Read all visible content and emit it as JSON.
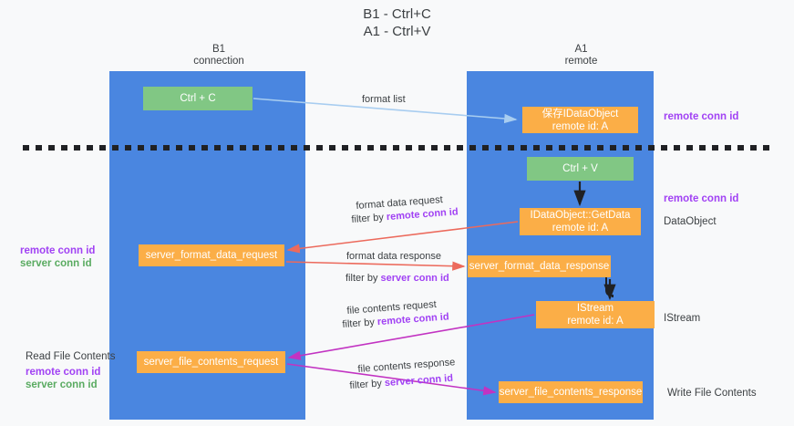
{
  "title": {
    "line1": "B1 - Ctrl+C",
    "line2": "A1 - Ctrl+V"
  },
  "columns": [
    {
      "name": "B1",
      "sub": "connection"
    },
    {
      "name": "A1",
      "sub": "remote"
    }
  ],
  "nodes": {
    "ctrl_c": "Ctrl + C",
    "save_idataobject_l1": "保存IDataObject",
    "save_idataobject_l2": "remote id: A",
    "ctrl_v": "Ctrl + V",
    "getdata_l1": "IDataObject::GetData",
    "getdata_l2": "remote id: A",
    "server_format_data_request": "server_format_data_request",
    "server_format_data_response": "server_format_data_response",
    "istream_l1": "IStream",
    "istream_l2": "remote id: A",
    "server_file_contents_request": "server_file_contents_request",
    "server_file_contents_response": "server_file_contents_response"
  },
  "edge_labels": {
    "format_list": "format list",
    "format_data_request": "format data request",
    "filter_by": "filter by",
    "remote_conn_id": "remote conn id",
    "server_conn_id": "server conn id",
    "format_data_response": "format data response",
    "file_contents_request": "file contents request",
    "file_contents_response": "file contents response"
  },
  "side_labels": {
    "remote_conn_id": "remote conn id",
    "server_conn_id": "server conn id",
    "dataobject": "DataObject",
    "istream": "IStream",
    "read_file_contents": "Read File Contents",
    "write_file_contents": "Write File Contents"
  },
  "colors": {
    "lane": "#4a86e0",
    "green_node": "#81c784",
    "orange_node": "#fbae47",
    "purple_text": "#a142f4",
    "green_text": "#5aab61",
    "arrow_blue": "#a8cdf0",
    "arrow_red": "#ec6a5c",
    "arrow_magenta": "#c233c2",
    "arrow_black": "#202124",
    "divider": "#202124"
  }
}
